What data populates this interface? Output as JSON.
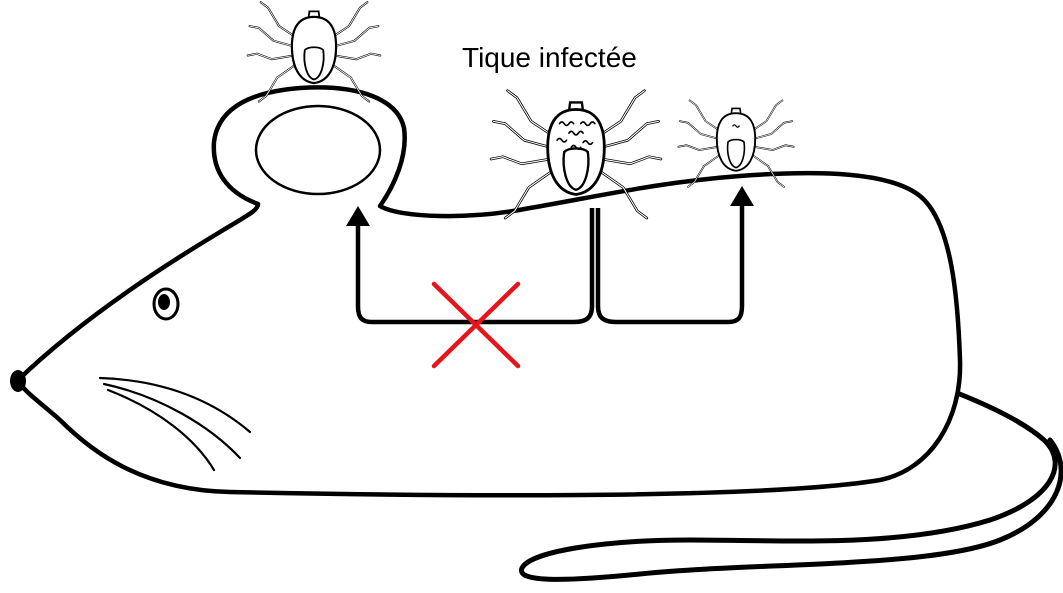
{
  "diagram": {
    "infected_tick_label": "Tique infectée",
    "colors": {
      "outline": "#000000",
      "blocked_mark": "#e8141b",
      "fill": "#ffffff"
    },
    "elements": {
      "mouse": "mouse-outline",
      "ticks": [
        "tick-on-ear",
        "infected-tick-large",
        "tick-small-right"
      ],
      "arrows": [
        "arrow-to-ear-tick",
        "arrow-to-right-tick"
      ],
      "blocked_path": "red-x-blocked-transmission"
    }
  }
}
